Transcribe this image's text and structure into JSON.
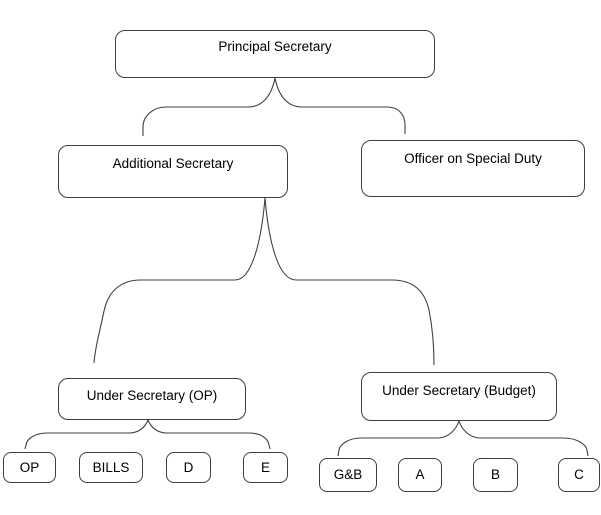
{
  "org_chart": {
    "type": "organization-diagram",
    "nodes": {
      "principal_secretary": {
        "label": "Principal Secretary"
      },
      "additional_secretary": {
        "label": "Additional Secretary"
      },
      "officer_special_duty": {
        "label": "Officer on Special Duty"
      },
      "under_secretary_op": {
        "label": "Under Secretary (OP)"
      },
      "under_secretary_budget": {
        "label": "Under Secretary (Budget)"
      },
      "op_sections": [
        {
          "label": "OP"
        },
        {
          "label": "BILLS"
        },
        {
          "label": "D"
        },
        {
          "label": "E"
        }
      ],
      "budget_sections": [
        {
          "label": "G&B"
        },
        {
          "label": "A"
        },
        {
          "label": "B"
        },
        {
          "label": "C"
        }
      ]
    },
    "edges": [
      {
        "from": "Principal Secretary",
        "to": "Additional Secretary"
      },
      {
        "from": "Principal Secretary",
        "to": "Officer on Special Duty"
      },
      {
        "from": "Additional Secretary",
        "to": "Under Secretary (OP)"
      },
      {
        "from": "Additional Secretary",
        "to": "Under Secretary (Budget)"
      },
      {
        "from": "Under Secretary (OP)",
        "to": "OP"
      },
      {
        "from": "Under Secretary (OP)",
        "to": "E"
      },
      {
        "from": "Under Secretary (Budget)",
        "to": "G&B"
      },
      {
        "from": "Under Secretary (Budget)",
        "to": "C"
      }
    ],
    "colors": {
      "node_border": "#3f3f3f",
      "node_fill": "#ffffff",
      "text": "#000000",
      "connector": "#404040",
      "background": "#ffffff"
    }
  }
}
